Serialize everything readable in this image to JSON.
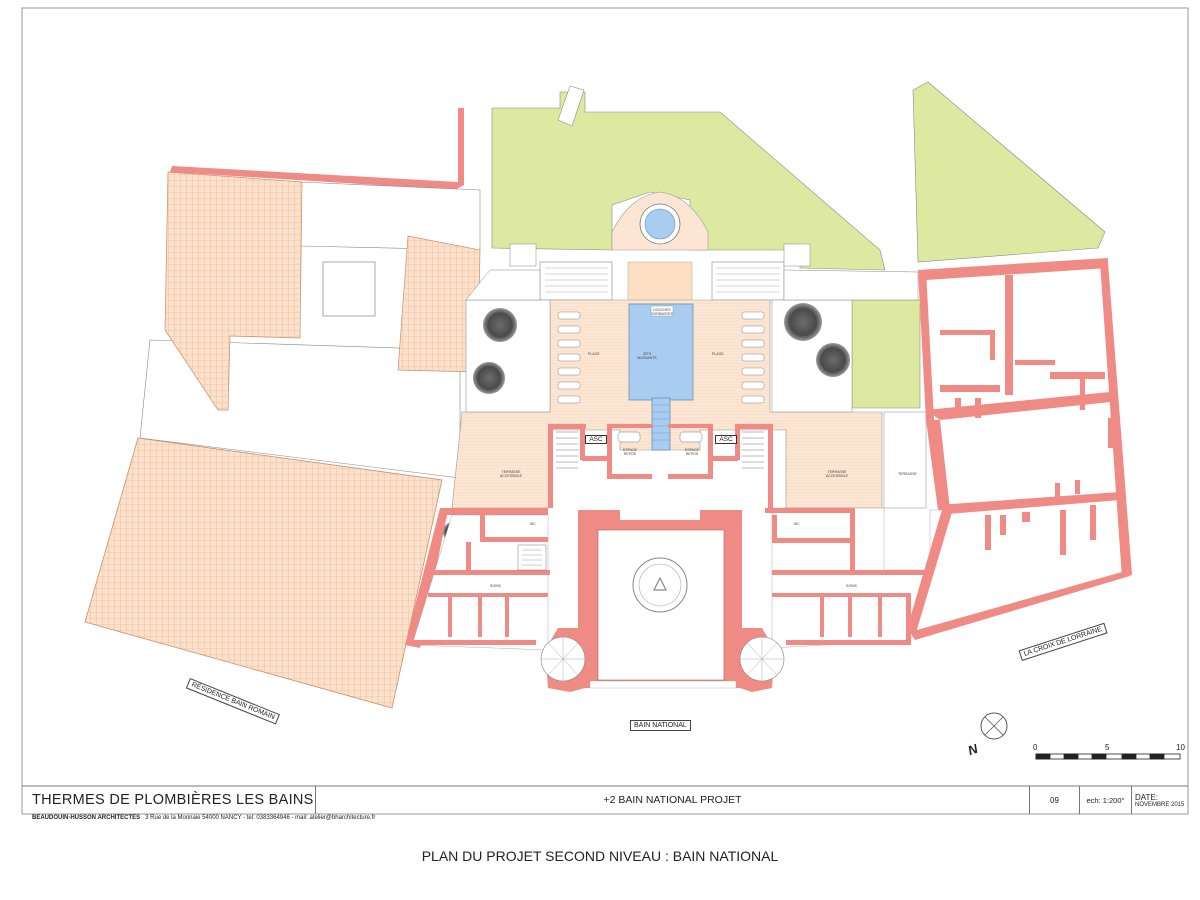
{
  "titleblock": {
    "project": "THERMES DE PLOMBIÈRES LES BAINS",
    "sheet": "+2 BAIN NATIONAL PROJET",
    "number": "09",
    "scale": "ech: 1:200°",
    "date_label": "DATE:",
    "date_value": "NOVEMBRE 2015"
  },
  "firm": {
    "name": "BEAUDOUIN-HUSSON ARCHITECTES",
    "details": "3 Rue de la Monnaie 54000 NANCY - tel: 0383364946 - mail: atelier@bharchitecture.fr"
  },
  "caption": "PLAN DU PROJET  SECOND NIVEAU :  BAIN NATIONAL",
  "labels": {
    "residence": "RÉSIDENCE BAIN ROMAIN",
    "bain_national": "BAIN NATIONAL",
    "croix": "LA CROIX DE LORRAINE",
    "asc_left": "ASC",
    "asc_right": "ASC",
    "plage_left": "PLAGE",
    "plage_right": "PLAGE",
    "jets": "JETS MASSANTS",
    "douches": "DOUCHES SORBANTES",
    "terrasse_left": "TERRASSE ACCESSIBLE",
    "terrasse_right": "TERRASSE ACCESSIBLE",
    "espace_left": "ESPACE REPOS",
    "espace_right": "ESPACE REPOS",
    "wc_left": "WC",
    "wc_right": "WC",
    "soins_left": "SOINS",
    "soins_right": "SOINS",
    "terrasse_small": "TERRASSE"
  },
  "scale_bar": {
    "ticks": [
      "0",
      "5",
      "10"
    ]
  },
  "north": "N",
  "colors": {
    "wall": "#f08a85",
    "deck": "#fbe3cf",
    "lawn": "#dde8a0",
    "pool": "#a9cdf0",
    "roof_tile": "#f6c8a4"
  }
}
